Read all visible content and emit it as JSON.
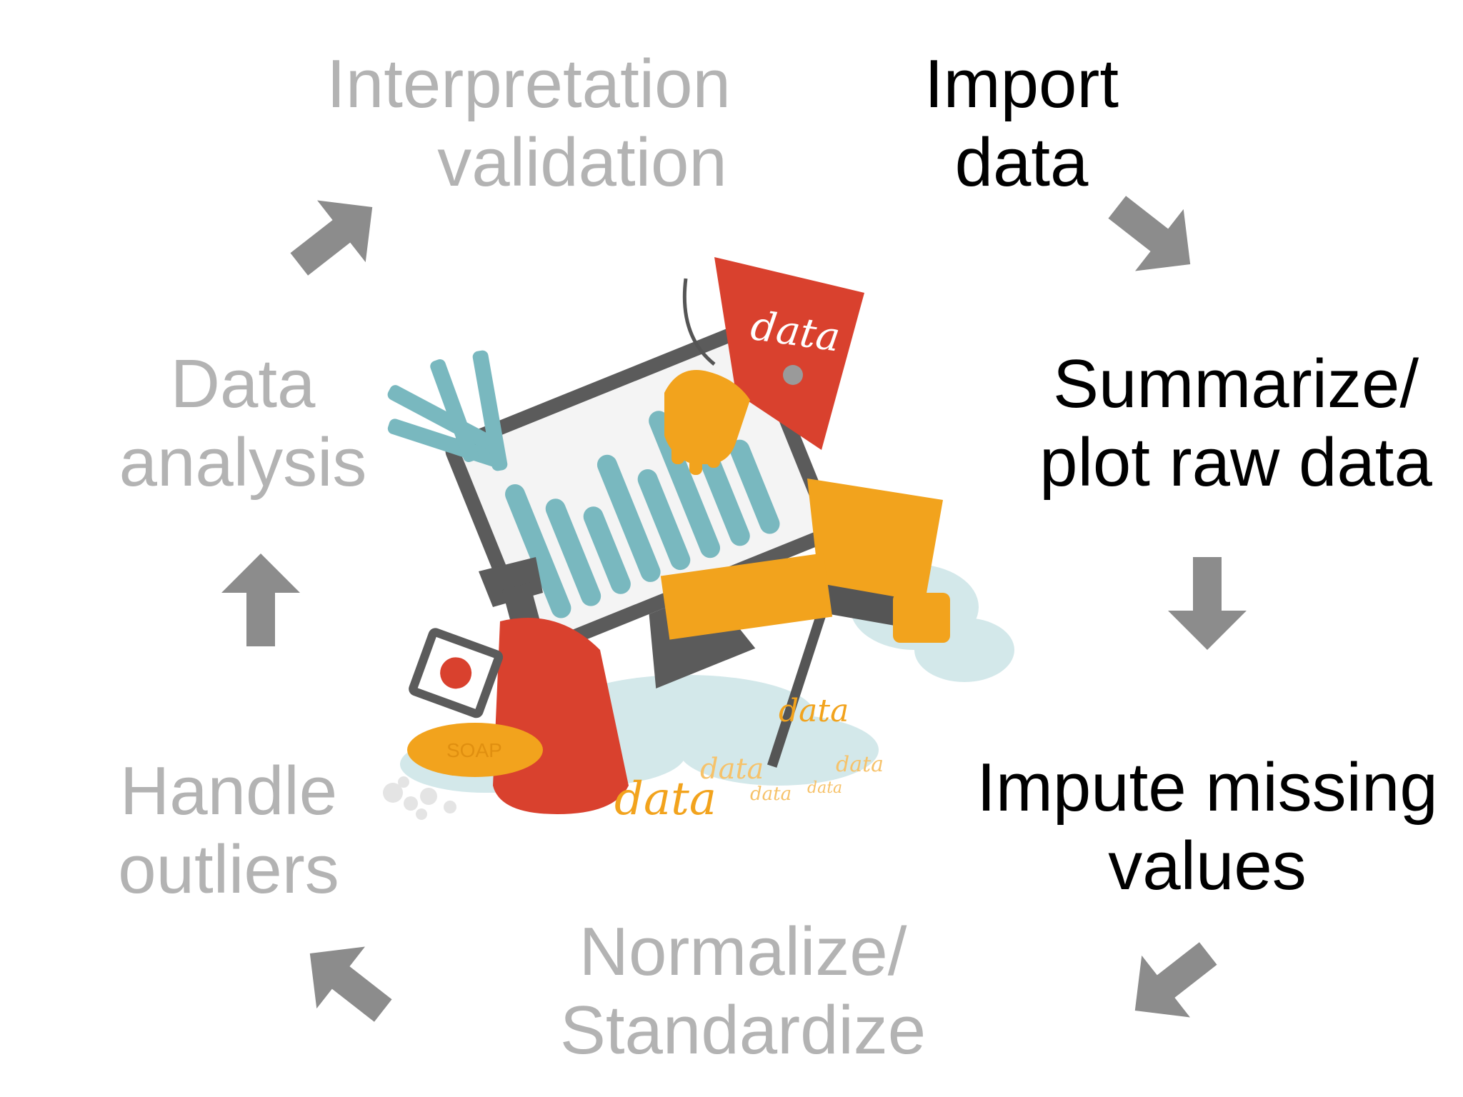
{
  "steps": {
    "interpretation": {
      "line1": "Interpretation",
      "line2": "validation",
      "state": "inactive"
    },
    "import": {
      "line1": "Import",
      "line2": "data",
      "state": "active"
    },
    "summarize": {
      "line1": "Summarize/",
      "line2": "plot raw data",
      "state": "active"
    },
    "impute": {
      "line1": "Impute missing",
      "line2": "values",
      "state": "active"
    },
    "normalize": {
      "line1": "Normalize/",
      "line2": "Standardize",
      "state": "inactive"
    },
    "handle": {
      "line1": "Handle",
      "line2": "outliers",
      "state": "inactive"
    },
    "analysis": {
      "line1": "Data",
      "line2": "analysis",
      "state": "inactive"
    }
  },
  "illustration": {
    "tag_text": "data",
    "soap_text": "SOAP",
    "scribbles": [
      "data",
      "data",
      "data",
      "data",
      "data",
      "data"
    ]
  },
  "colors": {
    "active_text": "#000000",
    "inactive_text": "#b3b3b3",
    "arrow": "#8c8c8c",
    "bucket_red": "#d9412e",
    "teal": "#79b8bf",
    "orange": "#f2a31d",
    "dark_gray": "#555555"
  }
}
